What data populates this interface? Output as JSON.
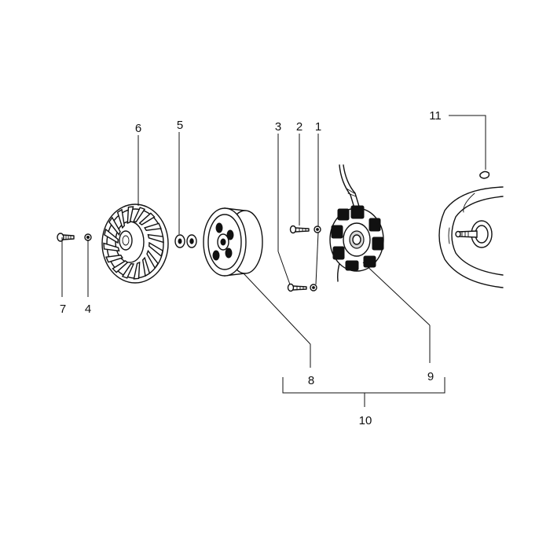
{
  "callouts": {
    "c1": "1",
    "c2": "2",
    "c3": "3",
    "c4": "4",
    "c5": "5",
    "c6": "6",
    "c7": "7",
    "c8": "8",
    "c9": "9",
    "c10": "10",
    "c11": "11"
  },
  "colors": {
    "ink": "#111111",
    "paper": "#ffffff",
    "shade": "#d9d9d9"
  }
}
